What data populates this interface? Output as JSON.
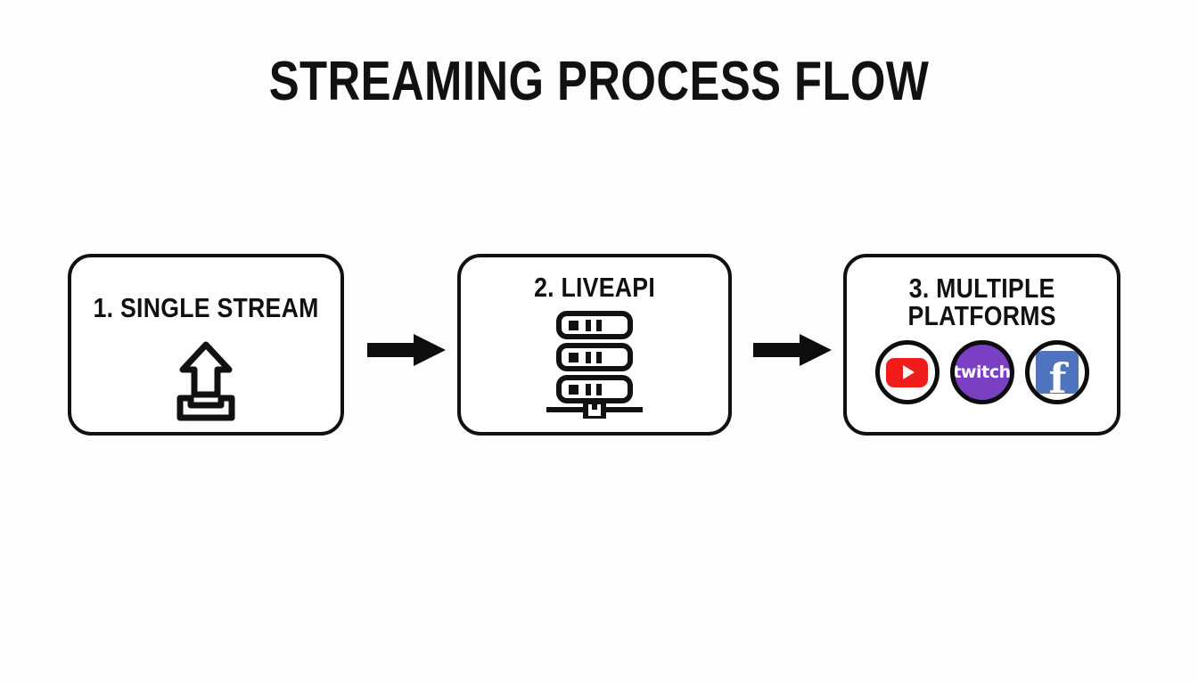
{
  "diagram": {
    "title": "STREAMING PROCESS FLOW",
    "background_color": "#fdfdfd",
    "stroke_color": "#111111"
  },
  "steps": [
    {
      "id": "single-stream",
      "label": "1. SINGLE STREAM",
      "icon": "upload-icon"
    },
    {
      "id": "liveapi",
      "label": "2. LIVEAPI",
      "icon": "server-rack-icon"
    },
    {
      "id": "multiple-platforms",
      "label": "3. MULTIPLE\nPLATFORMS",
      "icon": "platform-logos",
      "platforms": [
        {
          "name": "YouTube",
          "icon": "youtube-icon",
          "color": "#f01c1c",
          "ring_color": "#0d0d0d"
        },
        {
          "name": "Twitch",
          "icon": "twitch-icon",
          "wordmark": "twitch",
          "color": "#7b3fc4",
          "ring_color": "#0d0d0d"
        },
        {
          "name": "Facebook",
          "icon": "facebook-icon",
          "wordmark": "f",
          "color": "#4f74be",
          "ring_color": "#0d0d0d"
        }
      ]
    }
  ],
  "connectors": [
    {
      "id": "arrow-1",
      "from": "single-stream",
      "to": "liveapi",
      "shape": "right-arrow",
      "color": "#0d0d0d"
    },
    {
      "id": "arrow-2",
      "from": "liveapi",
      "to": "multiple-platforms",
      "shape": "right-arrow",
      "color": "#0d0d0d"
    }
  ]
}
